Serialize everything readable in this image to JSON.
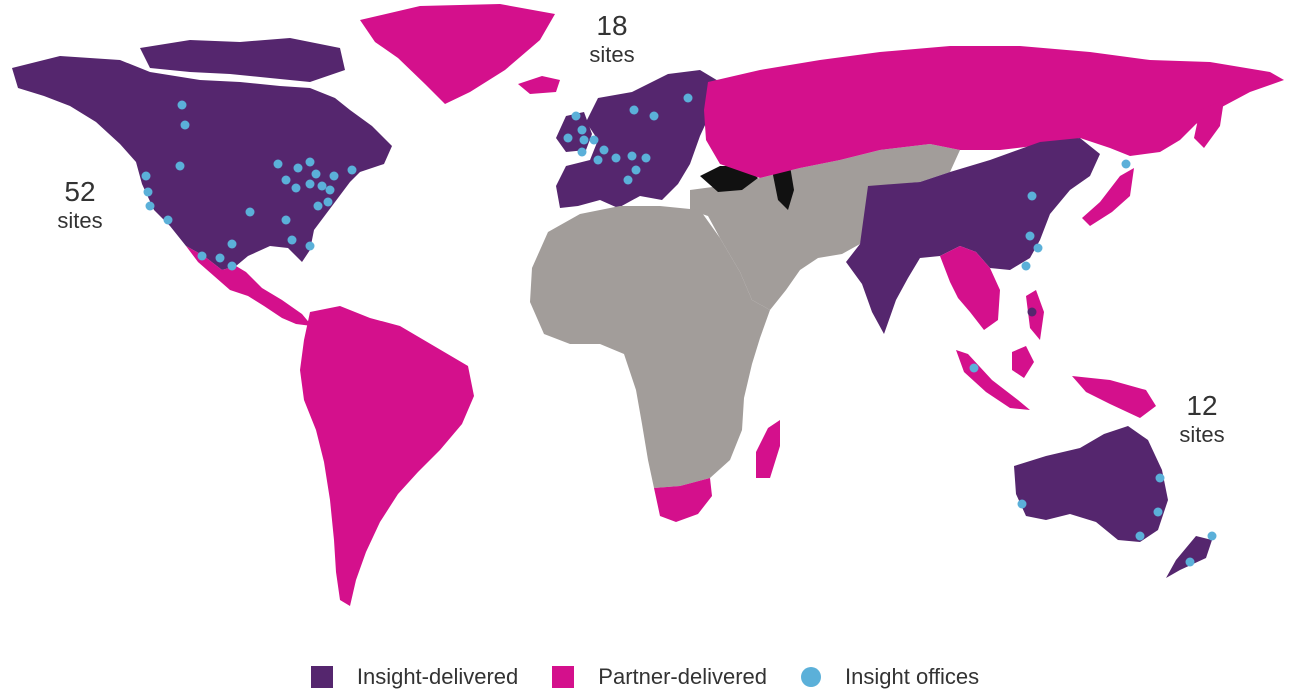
{
  "colors": {
    "insight_delivered": "#55266e",
    "partner_delivered": "#d4108c",
    "not_covered": "#a29d9a",
    "excluded": "#111111",
    "office": "#5bb0d9"
  },
  "regions": {
    "north_america": {
      "count": "52",
      "unit": "sites"
    },
    "europe": {
      "count": "18",
      "unit": "sites"
    },
    "asia_pacific": {
      "count": "12",
      "unit": "sites"
    }
  },
  "legend": {
    "insight_delivered": "Insight-delivered",
    "partner_delivered": "Partner-delivered",
    "insight_offices": "Insight offices"
  }
}
